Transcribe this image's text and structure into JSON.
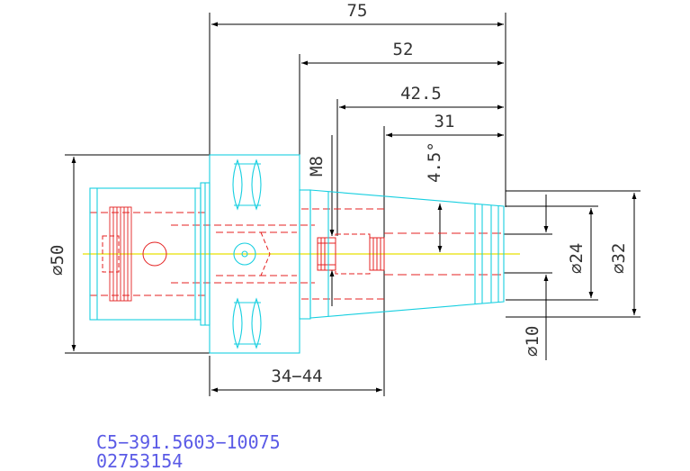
{
  "dimensions": {
    "total_length": "75",
    "length_52": "52",
    "length_42_5": "42.5",
    "length_31": "31",
    "thread": "M8",
    "taper_angle": "4.5°",
    "flange_dia": "⌀50",
    "nose_dia": "⌀32",
    "taper_dia": "⌀24",
    "bore_dia": "⌀10",
    "clamp_range": "34−44"
  },
  "part": {
    "code": "C5−391.5603−10075",
    "number": "02753154"
  },
  "colors": {
    "outline": "#17cfe0",
    "hidden": "#e42020",
    "centerline": "#e8e000",
    "dimension": "#000000",
    "text": "#333333",
    "part_code": "#5a5ae6"
  }
}
